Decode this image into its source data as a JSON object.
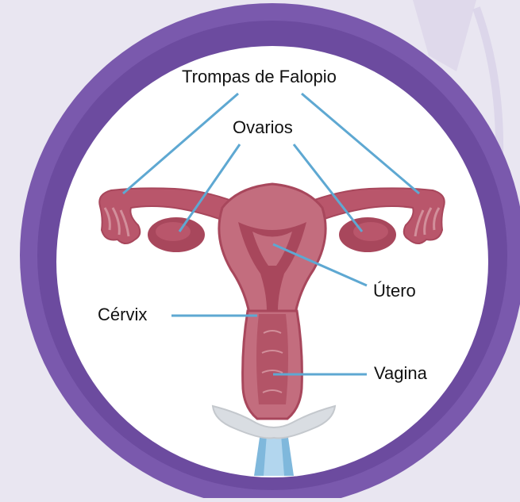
{
  "labels": {
    "fallopian_tubes": "Trompas de Falopio",
    "ovaries": "Ovarios",
    "uterus": "Útero",
    "cervix": "Cérvix",
    "vagina": "Vagina"
  },
  "colors": {
    "background": "#e9e6f1",
    "ring": "#7a59ad",
    "ring_shadow": "#6c4b9f",
    "disc": "#ffffff",
    "organ_dark": "#a8475c",
    "organ_mid": "#c36d7e",
    "organ_light": "#d28f9b",
    "leader_line": "#5ea8d2",
    "text": "#111111"
  }
}
